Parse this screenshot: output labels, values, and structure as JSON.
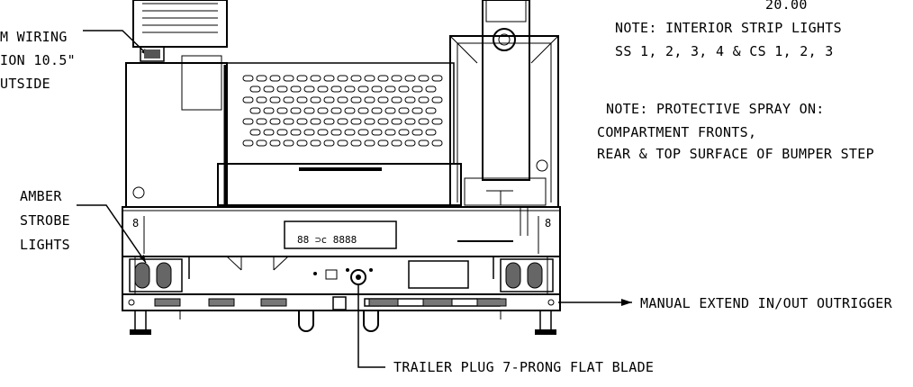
{
  "notes": {
    "top_value": "20.00",
    "strip_lights_line1": "NOTE: INTERIOR STRIP LIGHTS",
    "strip_lights_line2": "SS 1, 2, 3, 4 & CS 1, 2, 3",
    "spray_line1": "NOTE: PROTECTIVE SPRAY ON:",
    "spray_line2": "COMPARTMENT FRONTS,",
    "spray_line3": "REAR & TOP SURFACE OF BUMPER STEP"
  },
  "callouts": {
    "wiring_line1": "M WIRING",
    "wiring_line2": "ION 10.5\"",
    "wiring_line3": "UTSIDE",
    "amber_line1": "AMBER",
    "amber_line2": "STROBE",
    "amber_line3": "LIGHTS",
    "outrigger": "MANUAL EXTEND IN/OUT OUTRIGGER",
    "trailer_plug": "TRAILER PLUG 7-PRONG FLAT BLADE"
  },
  "colors": {
    "line": "#000000",
    "background": "#ffffff"
  }
}
